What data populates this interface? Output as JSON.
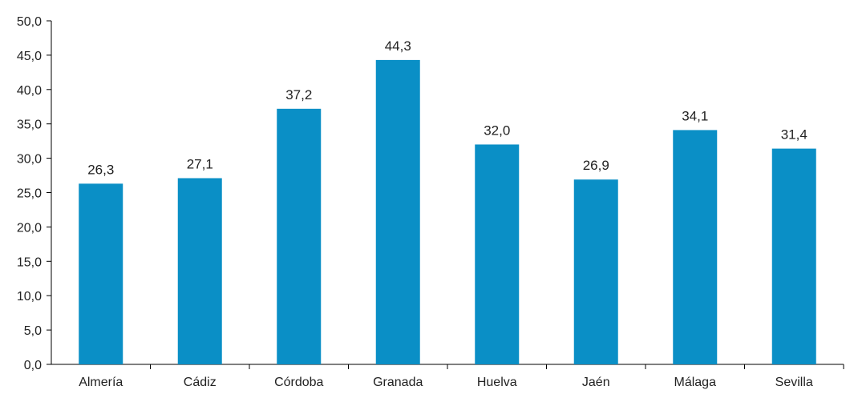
{
  "chart_data": {
    "type": "bar",
    "categories": [
      "Almería",
      "Cádiz",
      "Córdoba",
      "Granada",
      "Huelva",
      "Jaén",
      "Málaga",
      "Sevilla"
    ],
    "values": [
      26.3,
      27.1,
      37.2,
      44.3,
      32.0,
      26.9,
      34.1,
      31.4
    ],
    "value_labels": [
      "26,3",
      "27,1",
      "37,2",
      "44,3",
      "32,0",
      "26,9",
      "34,1",
      "31,4"
    ],
    "ylim": [
      0,
      50
    ],
    "yticks": [
      0,
      5,
      10,
      15,
      20,
      25,
      30,
      35,
      40,
      45,
      50
    ],
    "ytick_labels": [
      "0,0",
      "5,0",
      "10,0",
      "15,0",
      "20,0",
      "25,0",
      "30,0",
      "35,0",
      "40,0",
      "45,0",
      "50,0"
    ],
    "title": "",
    "xlabel": "",
    "ylabel": "",
    "grid": false,
    "bar_color": "#0a8fc6"
  }
}
